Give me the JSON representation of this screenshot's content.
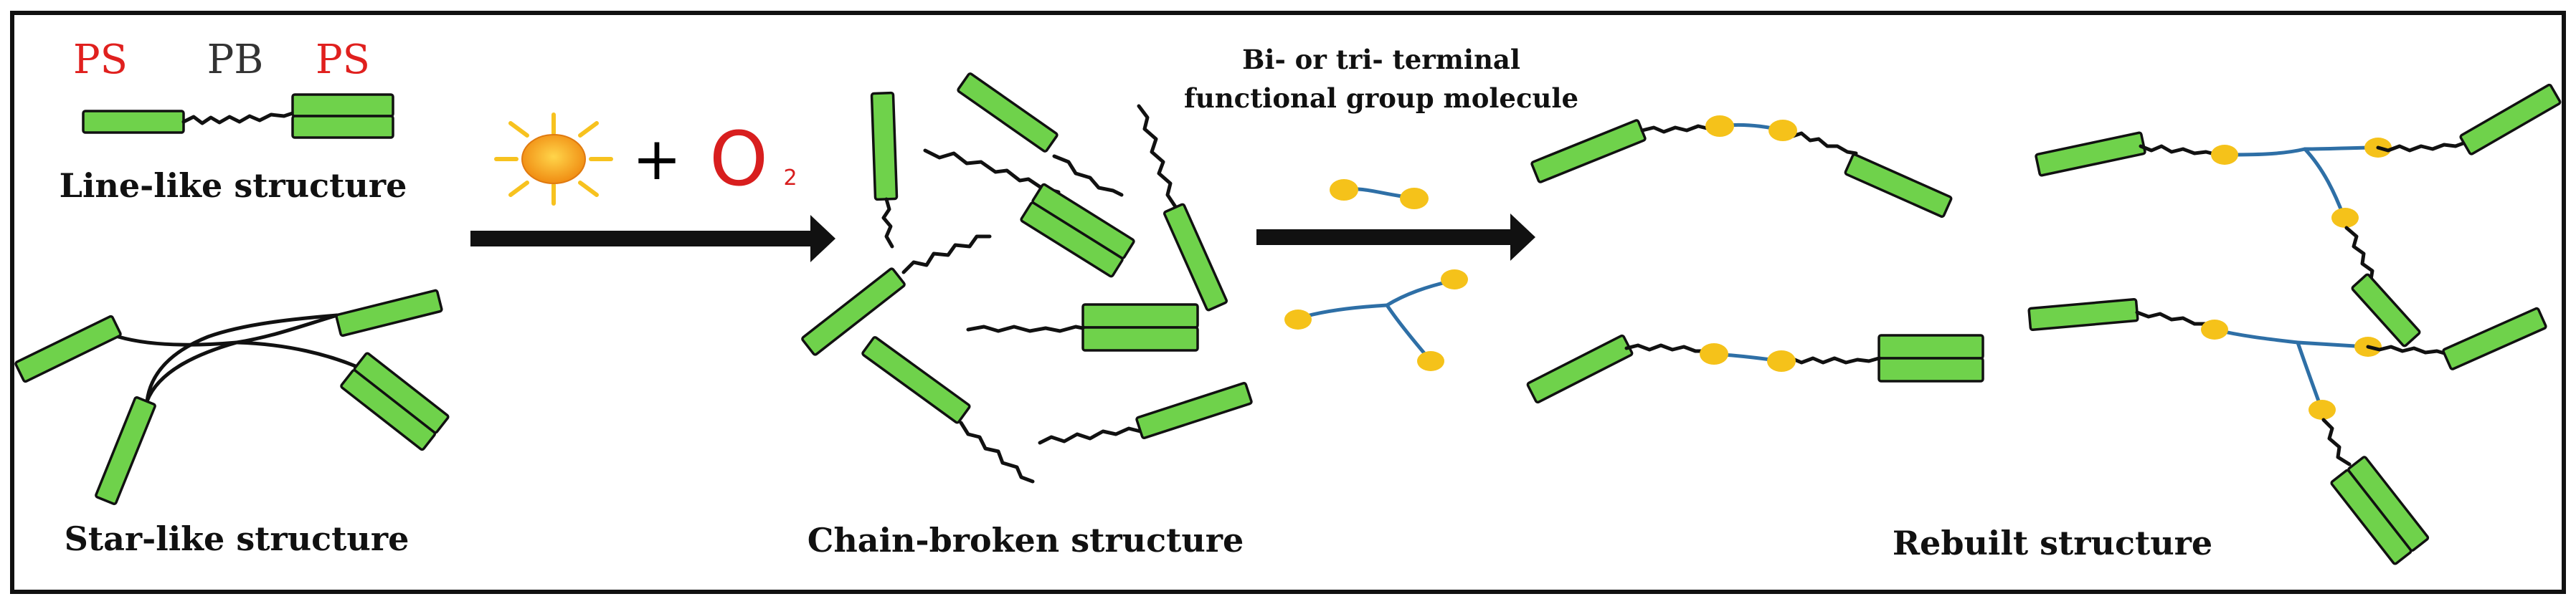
{
  "colors": {
    "ps_block": "#6fd24b",
    "outline": "#111111",
    "ps_label": "#e0201e",
    "pb_label": "#333333",
    "oxygen": "#d81e1e",
    "functional_end": "#f5c21a",
    "linker": "#2e6fa6",
    "sun_body": "#f5a623",
    "sun_rays": "#f7c21f"
  },
  "top_labels": {
    "ps_left": "PS",
    "pb": "PB",
    "ps_right": "PS"
  },
  "structures": {
    "line_like": "Line-like structure",
    "star_like": "Star-like structure",
    "chain_broken": "Chain-broken structure",
    "rebuilt": "Rebuilt structure"
  },
  "reagents": {
    "plus": "+",
    "oxygen_letter": "O",
    "oxygen_subscript": "2",
    "sun_icon": "sun-icon",
    "arrow_icon": "right-arrow-icon"
  },
  "molecule_caption": {
    "line1": "Bi- or tri- terminal",
    "line2": "functional group molecule"
  }
}
